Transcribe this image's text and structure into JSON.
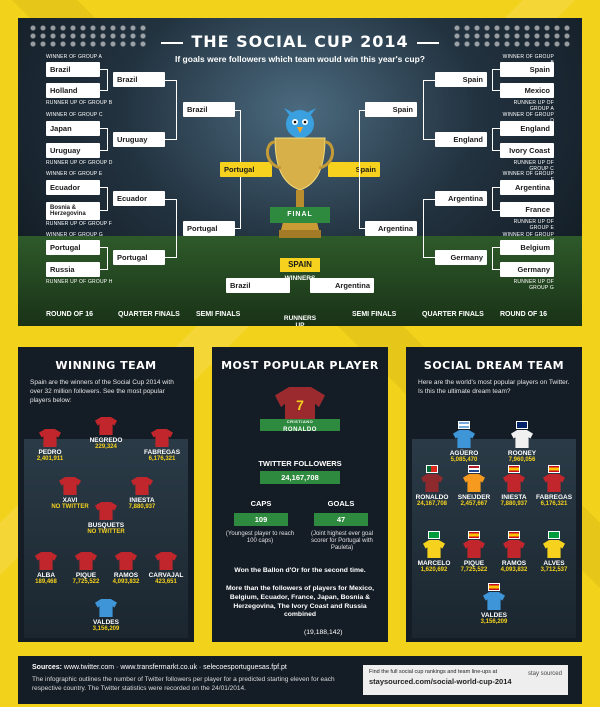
{
  "header": {
    "title": "THE SOCIAL CUP 2014",
    "subtitle": "If goals were followers which team would win this year's cup?"
  },
  "labels": {
    "wA": "WINNER OF GROUP A",
    "rB": "RUNNER UP OF GROUP B",
    "wC": "WINNER OF GROUP C",
    "rD": "RUNNER UP OF GROUP D",
    "wE": "WINNER OF GROUP E",
    "rF": "RUNNER UP OF GROUP F",
    "wG": "WINNER OF GROUP G",
    "rH": "RUNNER UP OF GROUP H",
    "wB": "WINNER OF GROUP B",
    "rA": "RUNNER UP OF GROUP A",
    "wD": "WINNER OF GROUP D",
    "rC": "RUNNER UP OF GROUP C",
    "wF": "WINNER OF GROUP F",
    "rE": "RUNNER UP OF GROUP E",
    "wH": "WINNER OF GROUP H",
    "rG": "RUNNER UP OF GROUP G"
  },
  "bracket": {
    "r16_left": [
      "Brazil",
      "Holland",
      "Japan",
      "Uruguay",
      "Ecuador",
      "Bosnia & Herzegovina",
      "Portugal",
      "Russia"
    ],
    "qf_left": [
      "Brazil",
      "Uruguay",
      "Ecuador",
      "Portugal"
    ],
    "sf_left": [
      "Brazil",
      "Portugal"
    ],
    "final_left": "Portugal",
    "r16_right": [
      "Spain",
      "Mexico",
      "England",
      "Ivory Coast",
      "Argentina",
      "France",
      "Belgium",
      "Germany"
    ],
    "qf_right": [
      "Spain",
      "England",
      "Argentina",
      "Germany"
    ],
    "sf_right": [
      "Spain",
      "Argentina"
    ],
    "final_right": "Spain",
    "final_label": "FINAL",
    "winner": "SPAIN",
    "winner_label": "WINNERS",
    "runners_left": "Brazil",
    "runners_right": "Argentina",
    "runners_label": "RUNNERS UP"
  },
  "rounds": [
    "ROUND OF 16",
    "QUARTER FINALS",
    "SEMI FINALS",
    "SEMI FINALS",
    "QUARTER FINALS",
    "ROUND OF 16"
  ],
  "winning_team": {
    "title": "WINNING TEAM",
    "desc": "Spain are the winners of the Social Cup 2014 with over 32 million followers. See the most popular players below:",
    "players": [
      {
        "name": "NEGREDO",
        "val": "229,324"
      },
      {
        "name": "PEDRO",
        "val": "2,401,911"
      },
      {
        "name": "FABREGAS",
        "val": "6,176,321"
      },
      {
        "name": "XAVI",
        "val": "NO TWITTER"
      },
      {
        "name": "INIESTA",
        "val": "7,880,937"
      },
      {
        "name": "BUSQUETS",
        "val": "NO TWITTER"
      },
      {
        "name": "ALBA",
        "val": "189,468"
      },
      {
        "name": "PIQUE",
        "val": "7,725,522"
      },
      {
        "name": "RAMOS",
        "val": "4,093,832"
      },
      {
        "name": "CARVAJAL",
        "val": "423,651"
      },
      {
        "name": "VALDES",
        "val": "3,156,209"
      }
    ]
  },
  "popular": {
    "title": "MOST POPULAR PLAYER",
    "number": "7",
    "first": "CRISTIANO",
    "last": "RONALDO",
    "followers_label": "TWITTER FOLLOWERS",
    "followers": "24,167,708",
    "caps_label": "CAPS",
    "caps": "109",
    "caps_note": "(Youngest player to reach 100 caps)",
    "goals_label": "GOALS",
    "goals": "47",
    "goals_note": "(Joint highest ever goal scorer for Portugal with Pauleta)",
    "ballon": "Won the Ballon d'Or for the second time.",
    "more": "More than the followers of players for Mexico, Belgium, Ecuador, France, Japan, Bosnia & Herzegovina, The Ivory Coast and Russia combined",
    "more_num": "(19,188,142)"
  },
  "dream": {
    "title": "SOCIAL DREAM TEAM",
    "desc": "Here are the world's most popular players on Twitter. Is this the ultimate dream team?",
    "players": [
      {
        "name": "AGÜERO",
        "val": "5,085,470"
      },
      {
        "name": "ROONEY",
        "val": "7,960,056"
      },
      {
        "name": "RONALDO",
        "val": "24,167,708"
      },
      {
        "name": "SNEIJDER",
        "val": "2,457,667"
      },
      {
        "name": "INIESTA",
        "val": "7,880,937"
      },
      {
        "name": "FABREGAS",
        "val": "6,176,321"
      },
      {
        "name": "MARCELO",
        "val": "1,620,692"
      },
      {
        "name": "PIQUE",
        "val": "7,725,522"
      },
      {
        "name": "RAMOS",
        "val": "4,093,832"
      },
      {
        "name": "ALVES",
        "val": "3,712,537"
      },
      {
        "name": "VALDES",
        "val": "3,156,209"
      }
    ]
  },
  "footer": {
    "sources_label": "Sources:",
    "sources": "www.twitter.com · www.transfermarkt.co.uk · selecoesportuguesas.fpf.pt",
    "desc": "The infographic outlines the number of Twitter followers per player for a predicted starting eleven for each respective country. The Twitter statistics were recorded on the 24/01/2014.",
    "box_line1": "Find the full social cup rankings and team line-ups at",
    "box_line2": "staysourced.com/social-world-cup-2014",
    "logo": "stay sourced"
  },
  "colors": {
    "panel": "#141c26",
    "yellow": "#f6d21e",
    "green": "#2e8a3e",
    "red": "#c0262b"
  }
}
